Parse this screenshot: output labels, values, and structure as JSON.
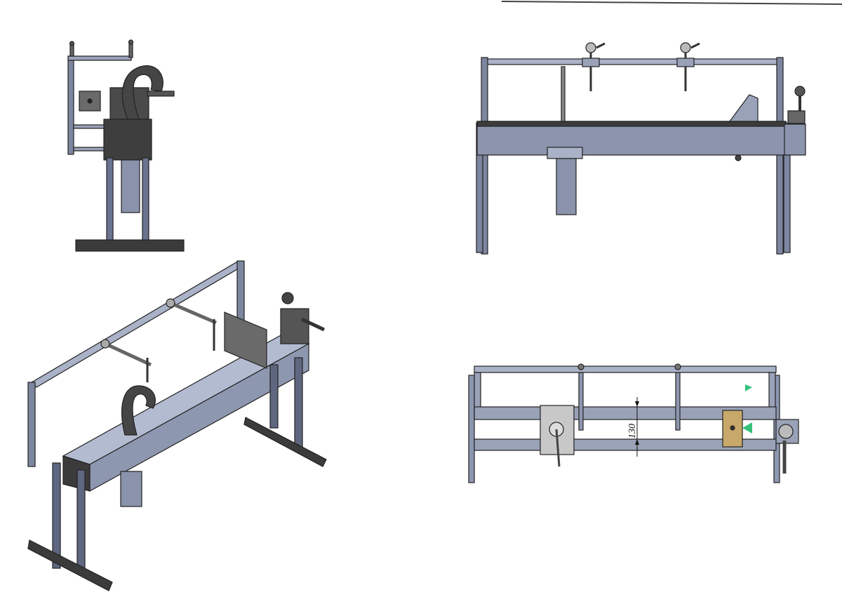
{
  "drawing": {
    "views": [
      "side-view",
      "front-view",
      "isometric-view",
      "top-view"
    ],
    "colors": {
      "steel": "#8e97b0",
      "steel_light": "#b3bbd1",
      "steel_dark": "#5f6780",
      "outline": "#222222",
      "dark_part": "#3b3b3b",
      "plate": "#c8c8c8",
      "green_marker": "#35c27a"
    },
    "dimensions": {
      "rail_spacing": "130"
    }
  }
}
